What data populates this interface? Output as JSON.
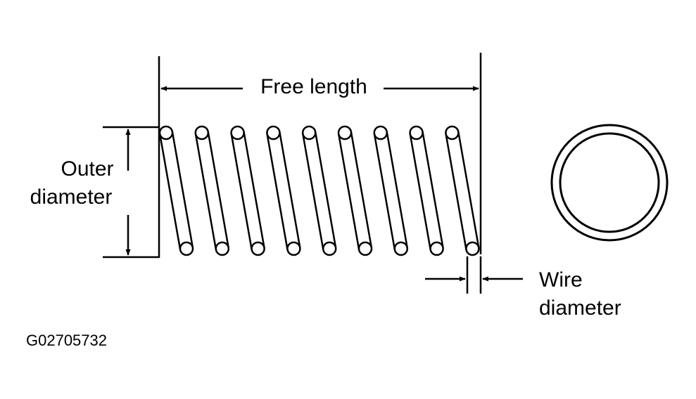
{
  "labels": {
    "free_length": "Free length",
    "outer_diameter_line1": "Outer",
    "outer_diameter_line2": "diameter",
    "wire_diameter_line1": "Wire",
    "wire_diameter_line2": "diameter",
    "figure_code": "G02705732"
  },
  "spring": {
    "coil_count": 9
  }
}
